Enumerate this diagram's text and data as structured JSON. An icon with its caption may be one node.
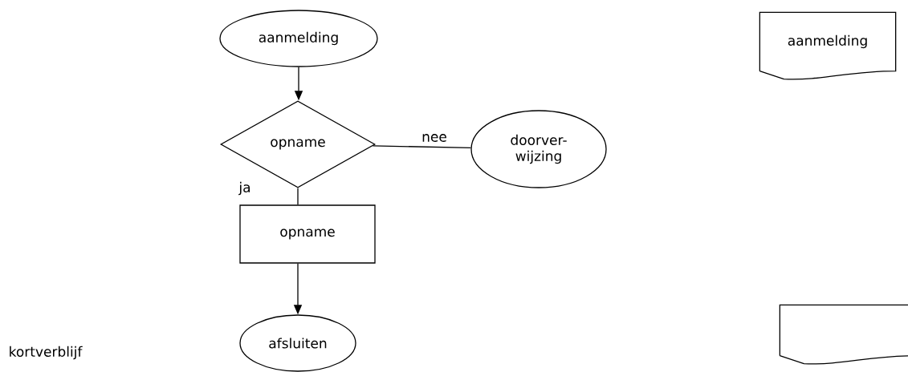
{
  "diagram": {
    "nodes": [
      {
        "text": [
          "aanmelding"
        ]
      },
      {
        "text": [
          "opname"
        ]
      },
      {
        "text": [
          "doorver- wijzing"
        ]
      },
      {
        "text": [
          "opname"
        ]
      },
      {
        "text": [
          "afsluiten"
        ]
      },
      {
        "text": [
          "aanmelding"
        ]
      },
      {
        "text": [],
        "shape": "document"
      }
    ],
    "edges": [
      {
        "from": 0,
        "to": 1,
        "arrow": "to"
      },
      {
        "from": 1,
        "to": 2,
        "arrow": "none",
        "label": "nee"
      },
      {
        "from": 1,
        "to": 3,
        "arrow": "none",
        "label": "ja"
      },
      {
        "from": 3,
        "to": 4,
        "arrow": "to"
      }
    ],
    "labels": [
      "kortverblijf"
    ]
  }
}
